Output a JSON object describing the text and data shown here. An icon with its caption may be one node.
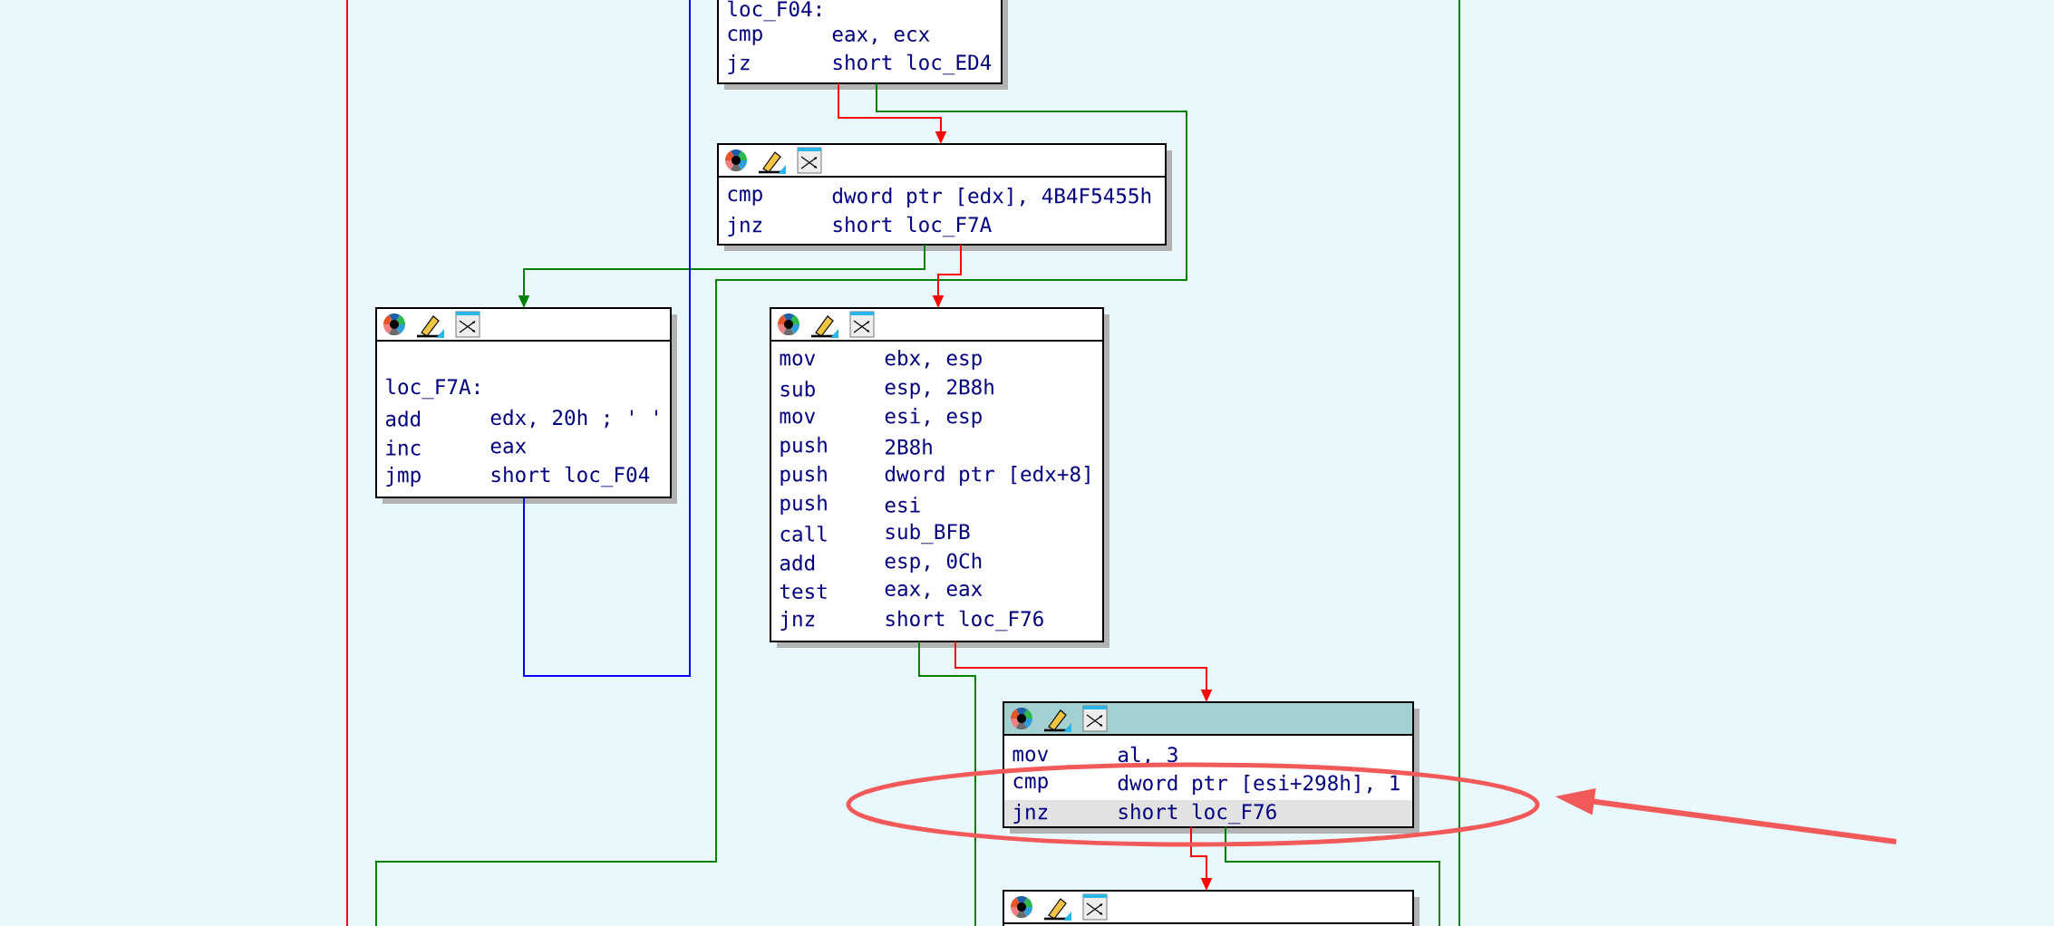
{
  "diagram": {
    "nodes": [
      {
        "text": [
          "loc_F04:",
          "cmp",
          "eax, ecx",
          "jz",
          "short loc_ED4"
        ]
      },
      {
        "text": [
          "cmp",
          "dword ptr [edx], 4B4F5455h",
          "jnz",
          "short loc_F7A"
        ]
      },
      {
        "text": [
          "loc_F7A:",
          "add",
          "edx, 20h ; ' '",
          "inc",
          "eax",
          "jmp",
          "short loc_F04"
        ]
      },
      {
        "text": [
          "mov",
          "ebx, esp",
          "sub",
          "esp, 2B8h",
          "mov",
          "esi, esp",
          "push",
          "2B8h",
          "push",
          "dword ptr [edx+8]",
          "push",
          "esi",
          "call",
          "sub_BFB",
          "add",
          "esp, 0Ch",
          "test",
          "eax, eax",
          "jnz",
          "short loc_F76"
        ]
      },
      {
        "text": [
          "mov",
          "al, 3",
          "cmp",
          "dword ptr [esi+298h], 1",
          "jnz",
          "short loc_F76"
        ]
      },
      {
        "text": [],
        "shape": "box"
      }
    ],
    "edges": [
      {
        "from": 0,
        "to": 1,
        "arrow": "to",
        "color": "#ff0000"
      },
      {
        "from": 0,
        "to": null,
        "arrow": "none",
        "color": "#008000"
      },
      {
        "from": 1,
        "to": 2,
        "arrow": "to",
        "color": "#008000"
      },
      {
        "from": 1,
        "to": 3,
        "arrow": "to",
        "color": "#ff0000"
      },
      {
        "from": 2,
        "to": null,
        "arrow": "none",
        "color": "#0000ff"
      },
      {
        "from": 3,
        "to": 4,
        "arrow": "to",
        "color": "#ff0000"
      },
      {
        "from": 3,
        "to": null,
        "arrow": "none",
        "color": "#008000"
      },
      {
        "from": 4,
        "to": 5,
        "arrow": "to",
        "color": "#ff0000"
      },
      {
        "from": 4,
        "to": null,
        "arrow": "none",
        "color": "#008000"
      }
    ]
  }
}
